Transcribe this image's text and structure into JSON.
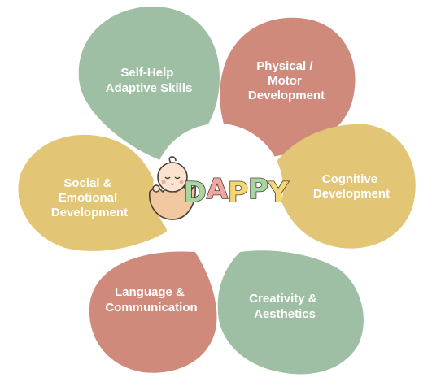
{
  "colors": {
    "green": "#9fbfa4",
    "salmon": "#cf8a7c",
    "yellow": "#e2c676",
    "white": "#ffffff",
    "logo_letter_green": "#a7d6a0",
    "logo_letter_pink": "#f2a6a0",
    "logo_letter_yellow": "#f5d774",
    "logo_outline": "#4a3f35"
  },
  "center": {
    "logo_text": "DAPPY",
    "logo_icon": "baby-in-eggshell-icon"
  },
  "petals": [
    {
      "id": "self-help",
      "color": "green",
      "lines": [
        "Self-Help",
        "Adaptive Skills"
      ]
    },
    {
      "id": "physical-motor",
      "color": "salmon",
      "lines": [
        "Physical /",
        "Motor",
        "Development"
      ]
    },
    {
      "id": "cognitive",
      "color": "yellow",
      "lines": [
        "Cognitive",
        "Development"
      ]
    },
    {
      "id": "creativity",
      "color": "green",
      "lines": [
        "Creativity &",
        "Aesthetics"
      ]
    },
    {
      "id": "language",
      "color": "salmon",
      "lines": [
        "Language &",
        "Communication"
      ]
    },
    {
      "id": "social-emotional",
      "color": "yellow",
      "lines": [
        "Social &",
        "Emotional",
        "Development"
      ]
    }
  ]
}
